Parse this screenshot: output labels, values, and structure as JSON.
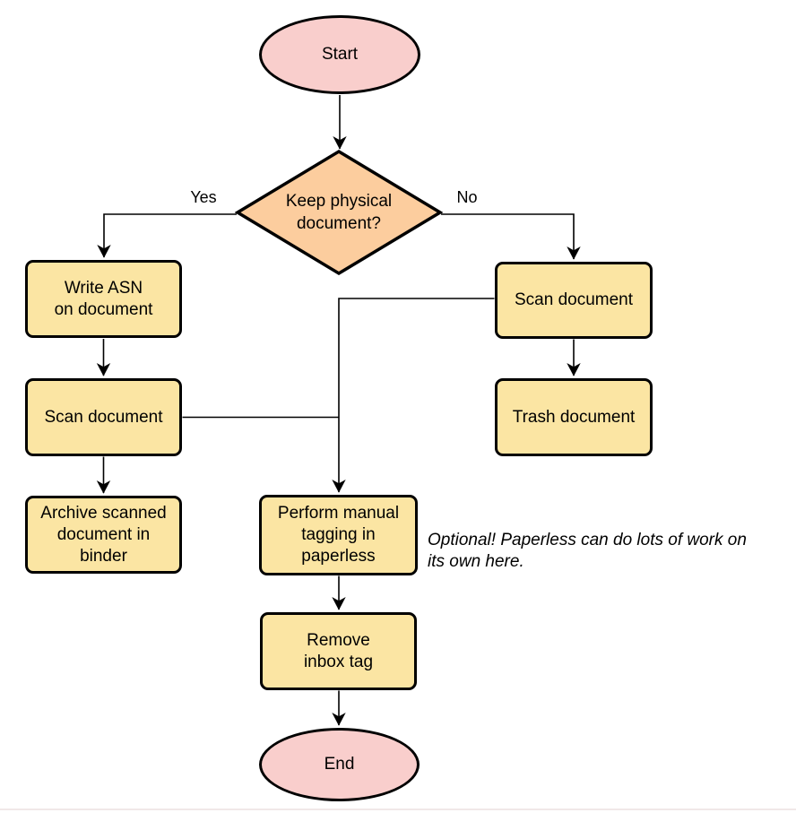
{
  "colors": {
    "terminator_fill": "#f9cecc",
    "decision_fill": "#fccd9e",
    "process_fill": "#fbe5a3",
    "stroke": "#000000"
  },
  "nodes": {
    "start": "Start",
    "decision": "Keep physical\ndocument?",
    "write_asn": "Write ASN\non document",
    "scan_yes": "Scan document",
    "archive": "Archive scanned\ndocument in\nbinder",
    "scan_no": "Scan document",
    "trash": "Trash document",
    "tagging": "Perform manual\ntagging in\npaperless",
    "remove_inbox": "Remove\ninbox tag",
    "end": "End"
  },
  "edge_labels": {
    "yes": "Yes",
    "no": "No"
  },
  "note": "Optional! Paperless can do lots of work on\nits own here."
}
